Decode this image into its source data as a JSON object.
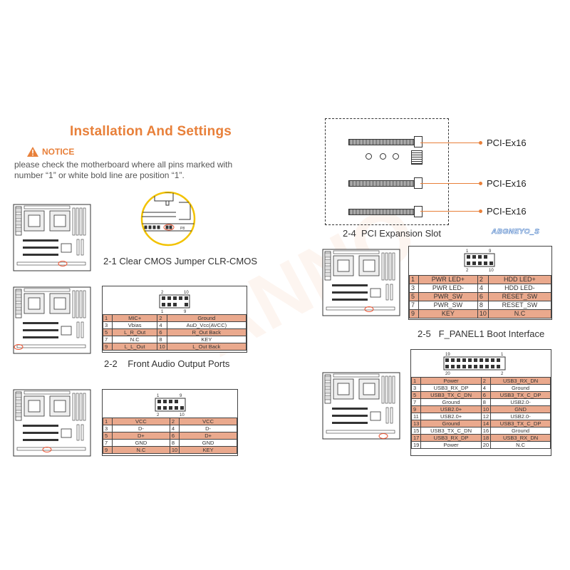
{
  "title": "Installation And Settings",
  "notice": {
    "label": "NOTICE",
    "text": "please check the motherboard where all pins marked with number “1” or white bold line are position “1”."
  },
  "sections": {
    "clear_cmos": {
      "caption": "2-1 Clear CMOS Jumper CLR-CMOS",
      "jumper_label": "P8"
    },
    "front_audio": {
      "caption": "2-2    Front Audio Output Ports",
      "header_top": [
        "2",
        "10"
      ],
      "header_bottom": [
        "1",
        "9"
      ],
      "rows": [
        {
          "n1": "1",
          "l1": "MIC+",
          "n2": "2",
          "l2": "Ground",
          "hl": true
        },
        {
          "n1": "3",
          "l1": "Vbias",
          "n2": "4",
          "l2": "AuD_Vcc(AVCC)",
          "hl": false
        },
        {
          "n1": "5",
          "l1": "L_R_Out",
          "n2": "6",
          "l2": "R_Out Back",
          "hl": true
        },
        {
          "n1": "7",
          "l1": "N.C",
          "n2": "8",
          "l2": "KEY",
          "hl": false
        },
        {
          "n1": "9",
          "l1": "L_L_Out",
          "n2": "10",
          "l2": "L_Out Back",
          "hl": true
        }
      ]
    },
    "usb2": {
      "header_top": [
        "1",
        "9"
      ],
      "header_bottom": [
        "2",
        "10"
      ],
      "rows": [
        {
          "n1": "1",
          "l1": "VCC",
          "n2": "2",
          "l2": "VCC",
          "hl": true
        },
        {
          "n1": "3",
          "l1": "D-",
          "n2": "4",
          "l2": "D-",
          "hl": false
        },
        {
          "n1": "5",
          "l1": "D+",
          "n2": "6",
          "l2": "D+",
          "hl": true
        },
        {
          "n1": "7",
          "l1": "GND",
          "n2": "8",
          "l2": "GND",
          "hl": false
        },
        {
          "n1": "9",
          "l1": "N.C",
          "n2": "10",
          "l2": "KEY",
          "hl": true
        }
      ]
    },
    "pci": {
      "caption": "2-4  PCI Expansion Slot",
      "labels": [
        "PCI-Ex16",
        "PCI-Ex16",
        "PCI-Ex16"
      ],
      "brand": "ABGNEYO_S"
    },
    "f_panel": {
      "caption": "2-5   F_PANEL1 Boot Interface",
      "header_top": [
        "1",
        "9"
      ],
      "header_bottom": [
        "2",
        "10"
      ],
      "rows": [
        {
          "n1": "1",
          "l1": "PWR LED+",
          "n2": "2",
          "l2": "HDD LED+",
          "hl": true
        },
        {
          "n1": "3",
          "l1": "PWR LED-",
          "n2": "4",
          "l2": "HDD LED-",
          "hl": false
        },
        {
          "n1": "5",
          "l1": "PWR_SW",
          "n2": "6",
          "l2": "RESET_SW",
          "hl": true
        },
        {
          "n1": "7",
          "l1": "PWR_SW",
          "n2": "8",
          "l2": "RESET_SW",
          "hl": false
        },
        {
          "n1": "9",
          "l1": "KEY",
          "n2": "10",
          "l2": "N.C",
          "hl": true
        }
      ]
    },
    "usb3": {
      "header_top": [
        "19",
        "1"
      ],
      "header_bottom": [
        "20",
        "2"
      ],
      "rows": [
        {
          "n1": "1",
          "l1": "Power",
          "n2": "2",
          "l2": "USB3_RX_DN",
          "hl": true
        },
        {
          "n1": "3",
          "l1": "USB3_RX_DP",
          "n2": "4",
          "l2": "Ground",
          "hl": false
        },
        {
          "n1": "5",
          "l1": "USB3_TX_C_DN",
          "n2": "6",
          "l2": "USB3_TX_C_DP",
          "hl": true
        },
        {
          "n1": "7",
          "l1": "Ground",
          "n2": "8",
          "l2": "USB2.0-",
          "hl": false
        },
        {
          "n1": "9",
          "l1": "USB2.0+",
          "n2": "10",
          "l2": "GND",
          "hl": true
        },
        {
          "n1": "11",
          "l1": "USB2.0+",
          "n2": "12",
          "l2": "USB2.0-",
          "hl": false
        },
        {
          "n1": "13",
          "l1": "Ground",
          "n2": "14",
          "l2": "USB3_TX_C_DP",
          "hl": true
        },
        {
          "n1": "15",
          "l1": "USB3_TX_C_DN",
          "n2": "16",
          "l2": "Ground",
          "hl": false
        },
        {
          "n1": "17",
          "l1": "USB3_RX_DP",
          "n2": "18",
          "l2": "USB3_RX_DN",
          "hl": true
        },
        {
          "n1": "19",
          "l1": "Power",
          "n2": "20",
          "l2": "N.C",
          "hl": false
        }
      ]
    }
  },
  "colors": {
    "accent": "#e8803a",
    "highlight_row": "#eaa98d"
  }
}
